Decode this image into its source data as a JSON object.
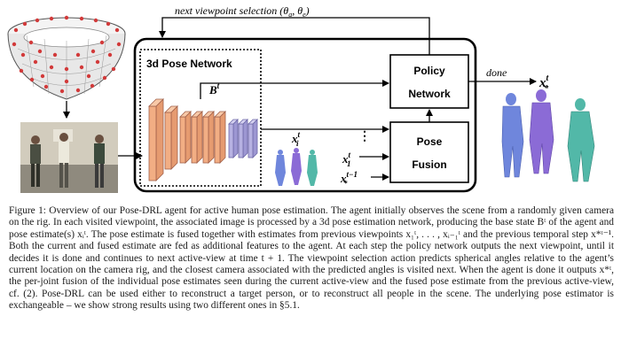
{
  "figure": {
    "feedback_label": "next viewpoint selection (θ",
    "feedback_sub_a": "a",
    "feedback_mid": ", θ",
    "feedback_sub_e": "e",
    "feedback_end": ")",
    "pose_network_title": "3d Pose Network",
    "base_state_symbol": "B",
    "base_state_sup": "t",
    "pose_est_symbol": "x",
    "pose_est_sup": "t",
    "pose_est_sub": "i",
    "policy_line1": "Policy",
    "policy_line2": "Network",
    "fusion_line1": "Pose",
    "fusion_line2": "Fusion",
    "dots": "⋮",
    "x1_symbol": "x",
    "x1_sup": "t",
    "x1_sub": "1",
    "xprev_symbol": "x",
    "xprev_sup": "t−1",
    "xprev_sub": "*",
    "done_label": "done",
    "xstar_symbol": "x",
    "xstar_sup": "t",
    "xstar_sub": "*"
  },
  "caption": {
    "text": "Figure 1: Overview of our Pose-DRL agent for active human pose estimation. The agent initially observes the scene from a randomly given camera on the rig. In each visited viewpoint, the associated image is processed by a 3d pose estimation network, producing the base state Bᵗ of the agent and pose estimate(s) xᵢᵗ. The pose estimate is fused together with estimates from previous viewpoints x₁ᵗ, . . . , xᵢ₋₁ᵗ and the previous temporal step x*ᵗ⁻¹. Both the current and fused estimate are fed as additional features to the agent. At each step the policy network outputs the next viewpoint, until it decides it is done and continues to next active-view at time t + 1. The viewpoint selection action predicts spherical angles relative to the agent’s current location on the camera rig, and the closest camera associated with the predicted angles is visited next. When the agent is done it outputs x*ᵗ, the per-joint fusion of the individual pose estimates seen during the current active-view and the fused pose estimate from the previous active-view, cf. (2). Pose-DRL can be used either to reconstruct a target person, or to reconstruct all people in the scene. The underlying pose estimator is exchangeable – we show strong results using two different ones in §5.1."
  },
  "colors": {
    "conv_orange": "#f2ae84",
    "conv_purple": "#b7b2e2",
    "mesh_blue": "#6f86dc",
    "mesh_purple": "#8b6bd6",
    "mesh_teal": "#52b8a8",
    "rig_red": "#d23a3a"
  }
}
